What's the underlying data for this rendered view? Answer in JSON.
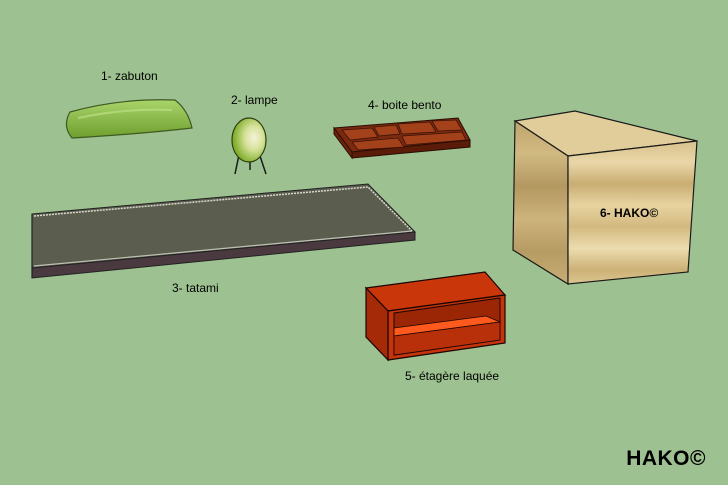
{
  "colors": {
    "background": "#9dc190",
    "zabuton": "#8fc451",
    "lamp": "#9dc83a",
    "tatami": "#5a5e4e",
    "bento": "#8a2d12",
    "shelf": "#d43a0c",
    "hako_wood": "#d9c58e"
  },
  "labels": {
    "zabuton": "1- zabuton",
    "lampe": "2- lampe",
    "tatami": "3- tatami",
    "bento": "4- boite bento",
    "etagere": "5- étagère laquée",
    "hako": "6- HAKO©"
  },
  "brand": "HAKO©",
  "objects": [
    {
      "id": "zabuton",
      "icon": "cushion-icon"
    },
    {
      "id": "lampe",
      "icon": "lamp-icon"
    },
    {
      "id": "tatami",
      "icon": "mat-icon"
    },
    {
      "id": "bento",
      "icon": "bento-box-icon"
    },
    {
      "id": "etagere",
      "icon": "shelf-icon"
    },
    {
      "id": "hako",
      "icon": "wooden-cube-icon"
    }
  ]
}
